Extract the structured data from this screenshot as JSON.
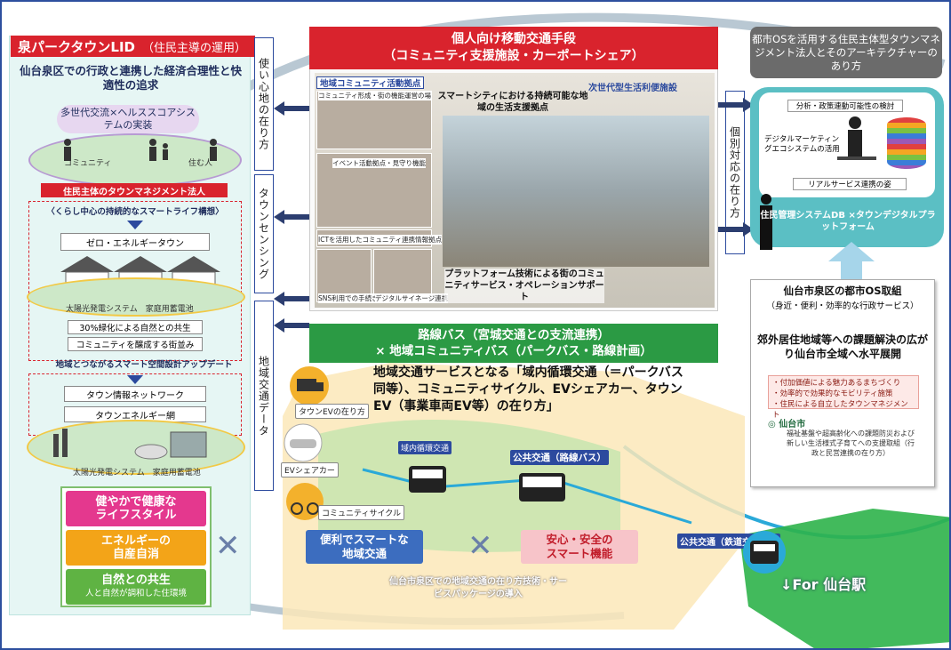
{
  "left": {
    "title": "泉パークタウンLID",
    "title_sub": "（住民主導の運用）",
    "lead": "仙台泉区での行政と連携した経済合理性と快適性の追求",
    "pill": "多世代交流×ヘルススコアシステムの実装",
    "label_community": "コミュニティ",
    "label_resident": "住む人",
    "town_mgmt": "住民主体のタウンマネジメント法人",
    "lifestyle": "〈くらし中心の持続的なスマートライフ構想〉",
    "zero_energy": "ゼロ・エネルギータウン",
    "solar_storage_1": "太陽光発電システム　家庭用蓄電池",
    "greening": "30%緑化による自然との共生",
    "streetscape": "コミュニティを醸成する街並み",
    "smart_update": "地域とつながるスマート空間設計アップデート",
    "town_network": "タウン情報ネットワーク",
    "town_grid": "タウンエネルギー網",
    "solar_storage_2": "太陽光発電システム　家庭用蓄電池",
    "benefit_life": "健やかで健康な\nライフスタイル",
    "benefit_energy": "エネルギーの\n自産自消",
    "benefit_nature": "自然との共生",
    "benefit_nature_sub": "人と自然が調和した住環境"
  },
  "tabs": {
    "usability": "使い心地の在り方",
    "sensing": "タウンセンシング",
    "data": "地域交通データ",
    "individual": "個別対応の在り方"
  },
  "mobility": {
    "title": "個人向け移動交通手段",
    "subtitle": "（コミュニティ支援施設・カーポートシェア）",
    "hub_label": "地域コミュニティ活動拠点",
    "next_gen": "次世代型生活利便施設",
    "smart_city": "スマートシティにおける持続可能な地域の生活支援拠点",
    "platform": "プラットフォーム技術による街のコミュニティサービス・オペレーションサポート",
    "photo_caps": [
      "コミュニティ形成・街の機能運営の場",
      "イベント活動拠点・見守り機能",
      "ICTを活用したコミュニティ連携情報拠点",
      "SNS利用での手続き",
      "デジタルサイネージ連携"
    ]
  },
  "right": {
    "bubble": "都市OSを活用する住民主体型タウンマネジメント法人とそのアーキテクチャーのあり方",
    "analysis": "分析・政策連動可能性の検討",
    "digital_marketing": "デジタルマーケティングエコシステムの活用",
    "real_service": "リアルサービス連携の姿",
    "db": "住民管理システムDB ×タウンデジタルプラットフォーム",
    "os_title": "仙台市泉区の都市OS取組",
    "os_sub": "（身近・便利・効率的な行政サービス）",
    "os_expand": "郊外居住地域等への課題解決の広がり仙台市全域へ水平展開",
    "bullets": [
      "・付加価値による魅力あるまちづくり",
      "・効率的で効果的なモビリティ施策",
      "・住民による自立したタウンマネジメント"
    ],
    "sendai": "仙台市",
    "sendai_text": "福祉基盤や超高齢化への課題防災および新しい生活様式子育てへの支援取組（行政と民営連携の在り方）"
  },
  "transit": {
    "header_1": "路線バス（宮城交通との支流連携）",
    "header_2": "× 地域コミュニティバス（パークバス・路線計画）",
    "service_text": "地域交通サービスとなる「域内循環交通（＝パークバス同等）、コミュニティサイクル、EVシェアカー、タウンEV（事業車両EV等）の在り方」",
    "ev_way": "タウンEVの在り方",
    "ev_share": "EVシェアカー",
    "cycle": "コミュニティサイクル",
    "inner": "域内循環交通",
    "public_bus": "公共交通（路線バス）",
    "rail": "公共交通（鉄道交通駅）",
    "convenient_1": "便利でスマートな",
    "convenient_2": "地域交通",
    "safe_1": "安心・安全の",
    "safe_2": "スマート機能",
    "caption": "仙台市泉区での地域交通の在り方技術・サービスパッケージの導入",
    "for_sendai": "↓For 仙台駅",
    "x": "✕"
  },
  "colors": {
    "red": "#d9232d",
    "navy": "#2c4a9e",
    "green": "#2b9a44",
    "teal": "#5bbfc4",
    "pink": "#e4388e",
    "orange": "#f3a418",
    "lime": "#5fb343"
  }
}
